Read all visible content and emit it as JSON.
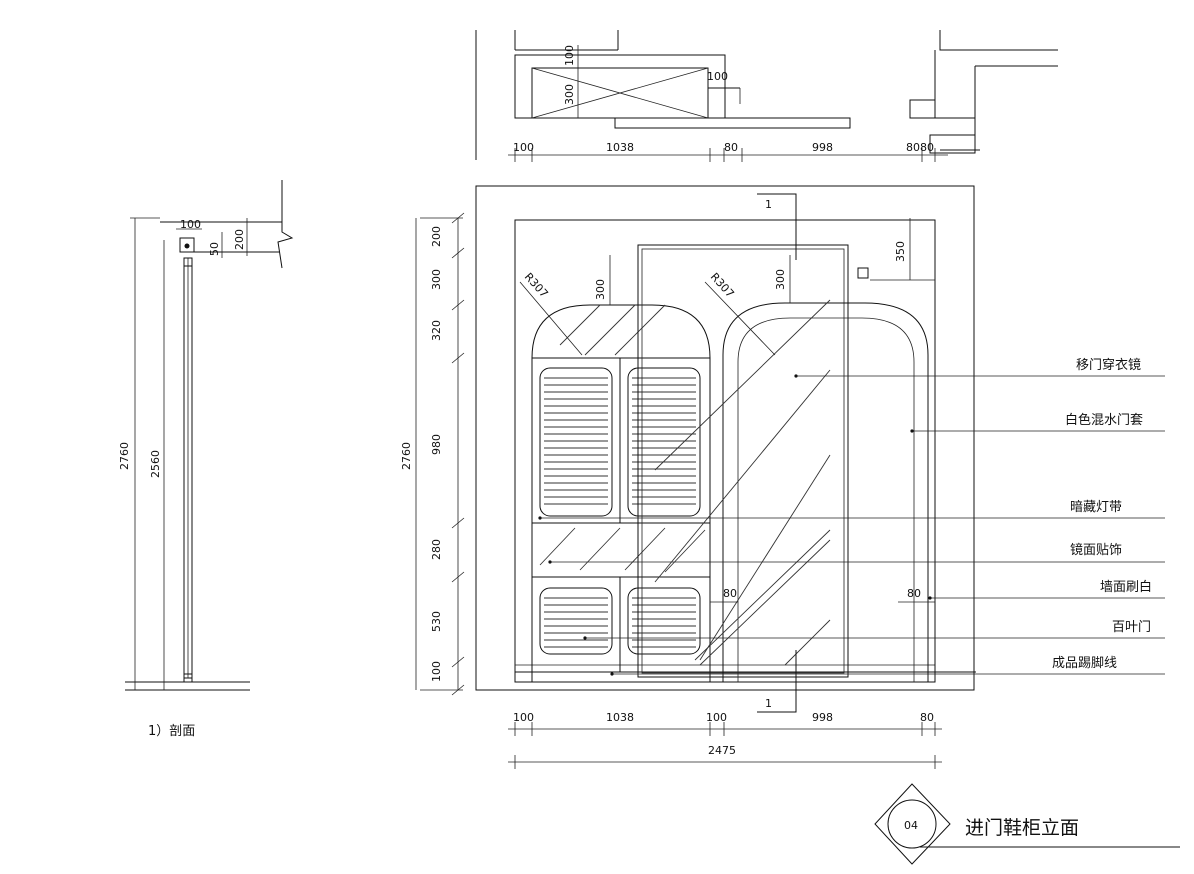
{
  "plan": {
    "dims_bottom": [
      "100",
      "1038",
      "80",
      "998",
      "8080"
    ],
    "dims_side": [
      "100",
      "300",
      "100"
    ]
  },
  "section": {
    "title": "1）剖面",
    "dims_overall": [
      "2760",
      "2560"
    ],
    "dims_top": [
      "100",
      "50",
      "200"
    ]
  },
  "elevation": {
    "dims_left": [
      "200",
      "300",
      "320",
      "980",
      "280",
      "530",
      "100"
    ],
    "dims_overall": "2760",
    "dims_bottom": [
      "100",
      "1038",
      "100",
      "998",
      "80"
    ],
    "dims_total": "2475",
    "radius_labels": [
      "R307",
      "R307"
    ],
    "inner_dims": [
      "300",
      "300",
      "350",
      "80",
      "80"
    ],
    "section_marks": [
      "1",
      "1"
    ],
    "callouts": [
      "移门穿衣镜",
      "白色混水门套",
      "暗藏灯带",
      "镜面贴饰",
      "墙面刷白",
      "百叶门",
      "成品踢脚线"
    ]
  },
  "title_block": {
    "number": "04",
    "title": "进门鞋柜立面"
  }
}
